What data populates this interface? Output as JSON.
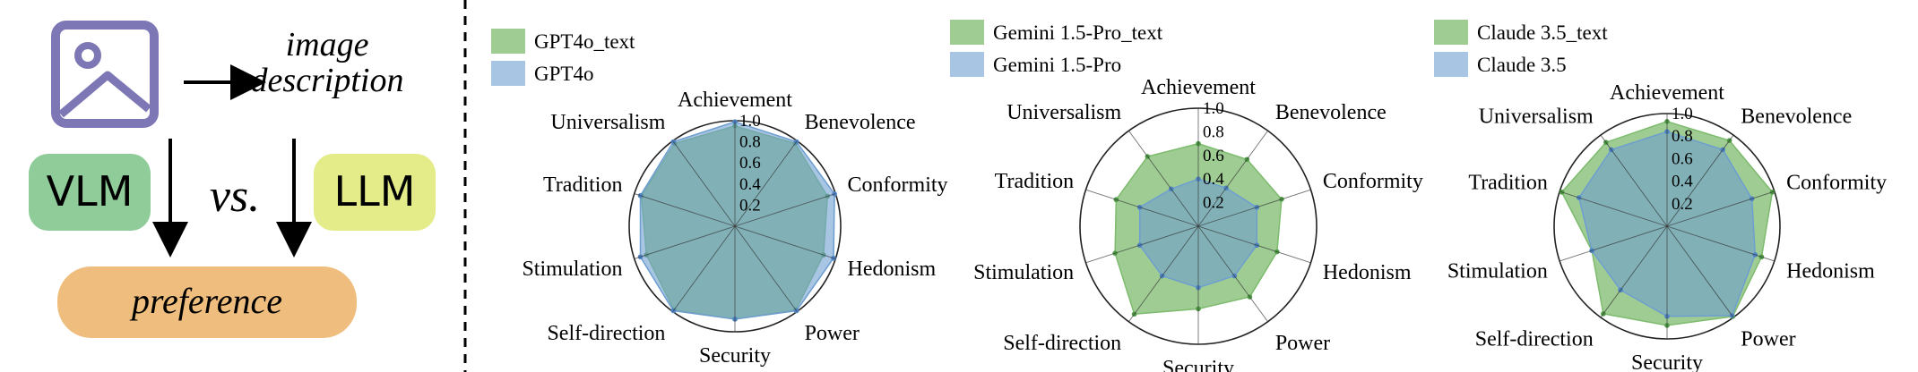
{
  "diagram": {
    "image_icon": "image-icon",
    "image_description": [
      "image",
      "description"
    ],
    "vlm_label": "VLM",
    "llm_label": "LLM",
    "vs_label": "vs.",
    "preference_label": "preference",
    "colors": {
      "icon": "#7E77B5",
      "vlm_box": "#8FCC9A",
      "llm_box": "#E4EC8A",
      "preference_box": "#EFBE7E"
    }
  },
  "chart_data": [
    {
      "type": "radar",
      "axes": [
        "Achievement",
        "Benevolence",
        "Conformity",
        "Hedonism",
        "Power",
        "Security",
        "Self-direction",
        "Stimulation",
        "Tradition",
        "Universalism"
      ],
      "rlim": [
        0,
        1.0
      ],
      "radial_ticks": [
        "0.2",
        "0.4",
        "0.6",
        "0.8",
        "1.0"
      ],
      "radial_tick_values": [
        0.2,
        0.4,
        0.6,
        0.8,
        1.0
      ],
      "legend_placement": "top-left",
      "series": [
        {
          "name": "GPT4o_text",
          "color": "#7DBB6E",
          "values": [
            0.95,
            0.97,
            0.92,
            0.88,
            0.98,
            0.88,
            0.98,
            0.88,
            0.93,
            0.97
          ]
        },
        {
          "name": "GPT4o",
          "color": "#6E9ED0",
          "values": [
            0.99,
            0.99,
            0.99,
            0.98,
            0.99,
            0.88,
            0.99,
            0.94,
            0.94,
            0.99
          ]
        }
      ]
    },
    {
      "type": "radar",
      "axes": [
        "Achievement",
        "Benevolence",
        "Conformity",
        "Hedonism",
        "Power",
        "Security",
        "Self-direction",
        "Stimulation",
        "Tradition",
        "Universalism"
      ],
      "rlim": [
        0,
        1.0
      ],
      "radial_ticks": [
        "0.2",
        "0.4",
        "0.6",
        "0.8",
        "1.0"
      ],
      "radial_tick_values": [
        0.2,
        0.4,
        0.6,
        0.8,
        1.0
      ],
      "legend_placement": "top-left",
      "series": [
        {
          "name": "Gemini 1.5-Pro_text",
          "color": "#7DBB6E",
          "values": [
            0.7,
            0.7,
            0.74,
            0.7,
            0.74,
            0.7,
            0.92,
            0.74,
            0.73,
            0.73
          ]
        },
        {
          "name": "Gemini 1.5-Pro",
          "color": "#6E9ED0",
          "values": [
            0.4,
            0.4,
            0.52,
            0.52,
            0.52,
            0.52,
            0.52,
            0.52,
            0.52,
            0.39
          ]
        }
      ]
    },
    {
      "type": "radar",
      "axes": [
        "Achievement",
        "Benevolence",
        "Conformity",
        "Hedonism",
        "Power",
        "Security",
        "Self-direction",
        "Stimulation",
        "Tradition",
        "Universalism"
      ],
      "rlim": [
        0,
        1.0
      ],
      "radial_ticks": [
        "0.2",
        "0.4",
        "0.6",
        "0.8",
        "1.0"
      ],
      "radial_tick_values": [
        0.2,
        0.4,
        0.6,
        0.8,
        1.0
      ],
      "legend_placement": "top-left",
      "series": [
        {
          "name": "Claude 3.5_text",
          "color": "#7DBB6E",
          "values": [
            0.93,
            0.94,
            0.98,
            0.88,
            0.99,
            0.88,
            0.96,
            0.7,
            0.98,
            0.92
          ]
        },
        {
          "name": "Claude 3.5",
          "color": "#6E9ED0",
          "values": [
            0.84,
            0.84,
            0.79,
            0.82,
            0.98,
            0.8,
            0.7,
            0.7,
            0.82,
            0.84
          ]
        }
      ]
    }
  ]
}
